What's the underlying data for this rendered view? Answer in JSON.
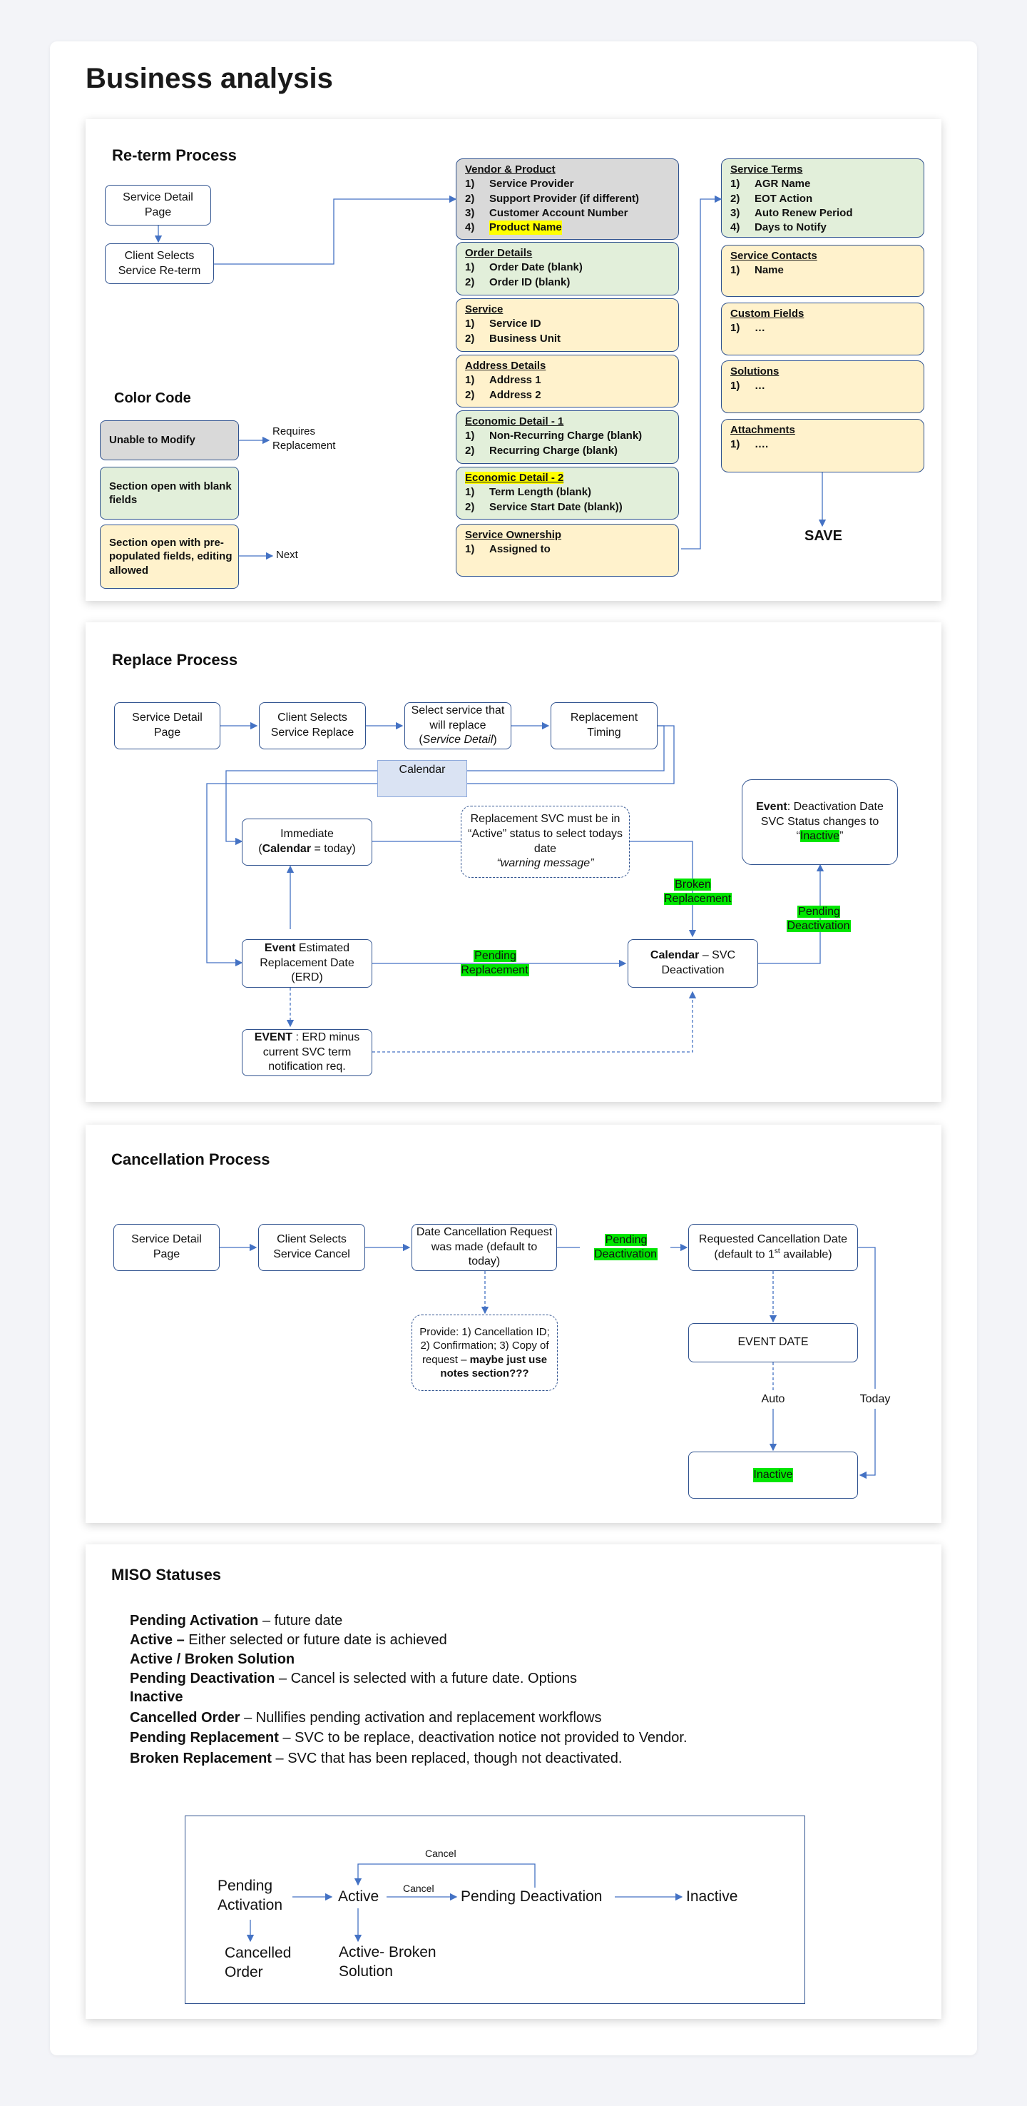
{
  "page_title": "Business analysis",
  "reterm": {
    "title": "Re-term Process",
    "service_detail": "Service Detail Page",
    "client_selects": "Client Selects Service Re-term",
    "color_code_title": "Color Code",
    "legend_unable": "Unable to Modify",
    "legend_blank": "Section open with blank fields",
    "legend_prepop": "Section open with pre-populated fields, editing allowed",
    "requires_replacement": "Requires Replacement",
    "next": "Next",
    "save": "SAVE",
    "sections_left": [
      {
        "header": "Vendor & Product",
        "items": [
          "Service Provider",
          "Support Provider (if different)",
          "Customer Account Number",
          "Product Name"
        ]
      },
      {
        "header": "Order Details",
        "items": [
          "Order Date (blank)",
          "Order ID (blank)"
        ]
      },
      {
        "header": "Service",
        "items": [
          "Service ID",
          "Business Unit"
        ]
      },
      {
        "header": "Address Details",
        "items": [
          "Address 1",
          "Address 2"
        ]
      },
      {
        "header": "Economic Detail - 1",
        "items": [
          "Non-Recurring Charge (blank)",
          "Recurring Charge  (blank)"
        ]
      },
      {
        "header": "Economic Detail - 2",
        "items": [
          "Term Length (blank)",
          "Service Start Date (blank))"
        ]
      },
      {
        "header": "Service Ownership",
        "items": [
          "Assigned to"
        ]
      }
    ],
    "sections_right": [
      {
        "header": "Service Terms",
        "items": [
          "AGR Name",
          "EOT Action",
          "Auto Renew Period",
          "Days to Notify"
        ]
      },
      {
        "header": "Service Contacts",
        "items": [
          "Name"
        ]
      },
      {
        "header": "Custom Fields",
        "items": [
          "…"
        ]
      },
      {
        "header": "Solutions",
        "items": [
          "…"
        ]
      },
      {
        "header": "Attachments",
        "items": [
          "…."
        ]
      }
    ],
    "numbers": [
      "1)",
      "2)",
      "3)",
      "4)"
    ]
  },
  "replace": {
    "title": "Replace Process",
    "service_detail": "Service Detail Page",
    "client_selects": "Client Selects Service Replace",
    "select_service_a": "Select service that will replace (",
    "select_service_em": "Service Detail",
    "select_service_b": ")",
    "replacement_timing": "Replacement Timing",
    "calendar": "Calendar",
    "immediate_a": "Immediate",
    "immediate_b": "(",
    "immediate_bold": "Calendar",
    "immediate_c": " = today)",
    "warning_a": "Replacement SVC must be in “Active” status to select todays date",
    "warning_b": "“warning message”",
    "event_bold": "Event",
    "event_rest": " Estimated Replacement Date (ERD)",
    "event2_bold": "EVENT",
    "event2_rest": " : ERD minus current SVC term notification req.",
    "calendar_deact_bold": "Calendar",
    "calendar_deact_rest": " – SVC Deactivation",
    "deact_event_bold": "Event",
    "deact_event_rest": ": Deactivation Date SVC Status changes to “",
    "deact_inactive": "Inactive",
    "deact_close": "”",
    "tag_broken": "Broken Replacement",
    "tag_pending_repl": "Pending Replacement",
    "tag_pending_deact": "Pending Deactivation"
  },
  "cancel": {
    "title": "Cancellation Process",
    "service_detail": "Service Detail Page",
    "client_selects": "Client Selects Service Cancel",
    "date_cancel": "Date Cancellation Request was made (default to today)",
    "provide_a": "Provide: 1) Cancellation ID; 2) Confirmation; 3) Copy of request –",
    "provide_b": "maybe just use notes section???",
    "tag_pending_deact": "Pending Deactivation",
    "requested_a": "Requested Cancellation Date (default to 1",
    "requested_sup": "st",
    "requested_b": " available)",
    "event_date": "EVENT DATE",
    "auto": "Auto",
    "today": "Today",
    "inactive": "Inactive"
  },
  "miso": {
    "title": "MISO Statuses",
    "lines": [
      {
        "bold": "Pending Activation",
        "rest": " – future date"
      },
      {
        "bold": "Active –",
        "rest": " Either selected or future date is achieved"
      },
      {
        "bold": "Active / Broken Solution",
        "rest": ""
      },
      {
        "bold": "Pending Deactivation",
        "rest": " – Cancel is selected with a future date.  Options"
      },
      {
        "bold": " Inactive",
        "rest": ""
      },
      {
        "bold": "Cancelled Order",
        "rest": " – Nullifies pending activation and replacement workflows"
      },
      {
        "bold": "Pending Replacement",
        "rest": " – SVC to be replace, deactivation notice not provided to Vendor."
      },
      {
        "bold": "Broken Replacement",
        "rest": " – SVC that has been replaced, though not deactivated."
      }
    ],
    "diagram": {
      "pending_activation": "Pending Activation",
      "active": "Active",
      "pending_deactivation": "Pending Deactivation",
      "inactive": "Inactive",
      "cancelled_order": "Cancelled Order",
      "active_broken": "Active- Broken Solution",
      "cancel_top": "Cancel",
      "cancel_mid": "Cancel"
    }
  },
  "colors": {
    "box_border": "#2f528f",
    "gray": "#d9d9d9",
    "green": "#e2efda",
    "yellow": "#fff2cc",
    "highlight_green": "#00e600",
    "highlight_yellow": "#ffff00",
    "arrow": "#4472c4"
  }
}
